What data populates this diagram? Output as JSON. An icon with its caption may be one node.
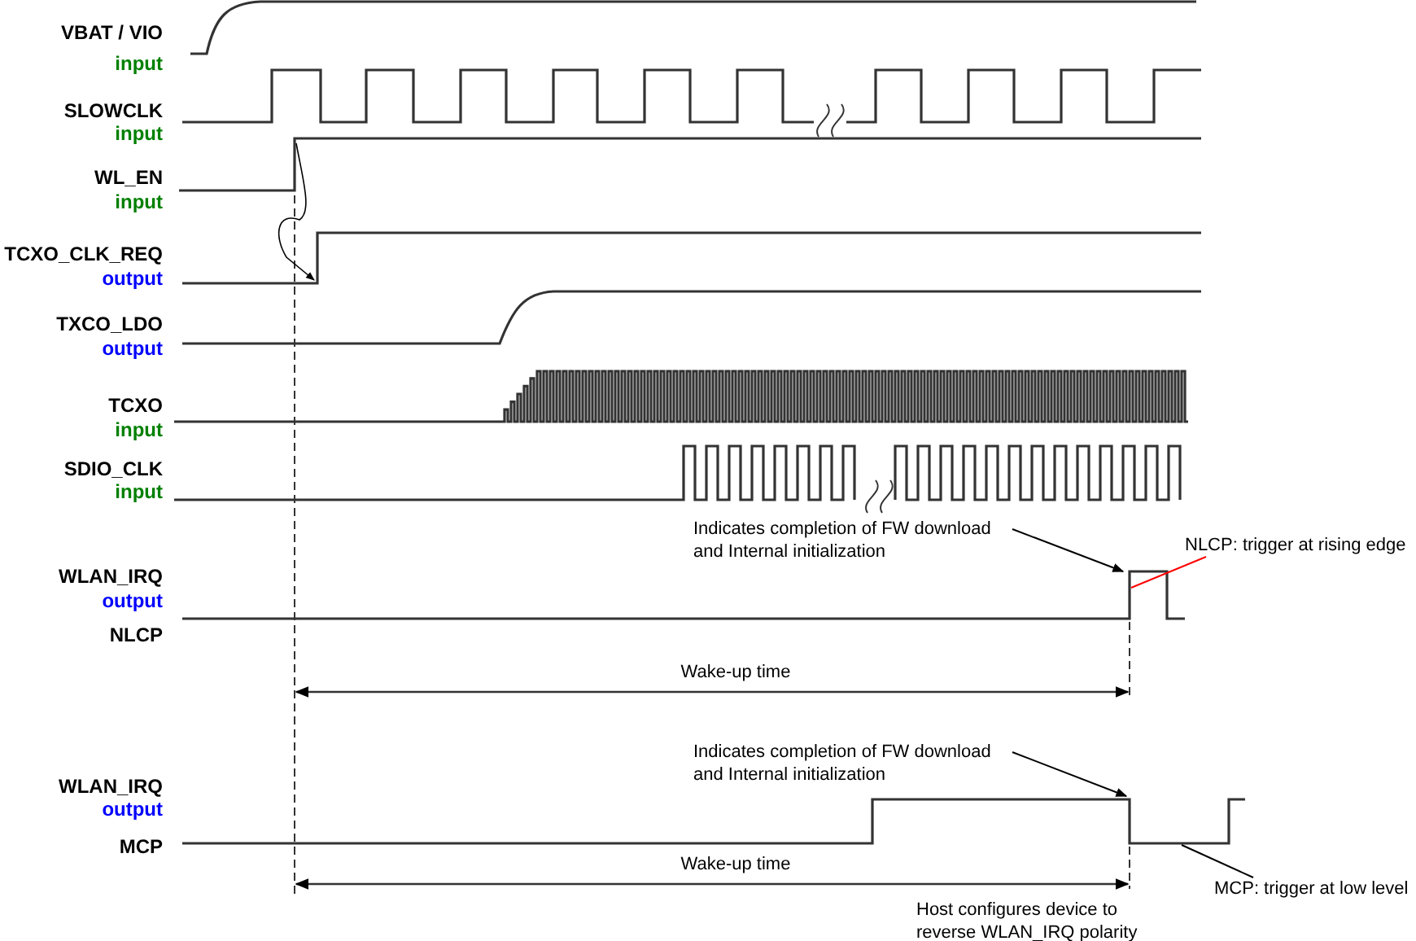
{
  "diagram": {
    "nodes": [
      {
        "text": [
          "Indicates completion of FW download and Internal initialization"
        ]
      },
      {
        "text": [
          "NLCP: trigger at rising edge"
        ]
      },
      {
        "text": [
          "Indicates completion of FW download and Internal initialization"
        ]
      },
      {
        "text": [
          "MCP: trigger at low level"
        ]
      }
    ],
    "edges": [
      {
        "from": 0,
        "to": null,
        "arrow": "to"
      },
      {
        "from": 1,
        "to": null,
        "arrow": "none",
        "color": "#ff0000"
      },
      {
        "from": 2,
        "to": null,
        "arrow": "to"
      },
      {
        "from": 3,
        "to": null,
        "arrow": "none"
      }
    ],
    "labels": [
      "VBAT / VIO",
      "input",
      "SLOWCLK",
      "input",
      "WL_EN",
      "input",
      "TCXO_CLK_REQ",
      "output",
      "TXCO_LDO",
      "output",
      "TCXO",
      "input",
      "SDIO_CLK",
      "input",
      "WLAN_IRQ",
      "output",
      "NLCP",
      "Wake-up time",
      "WLAN_IRQ",
      "output",
      "MCP",
      "Wake-up time",
      "Host configures device to reverse WLAN_IRQ polarity"
    ]
  }
}
